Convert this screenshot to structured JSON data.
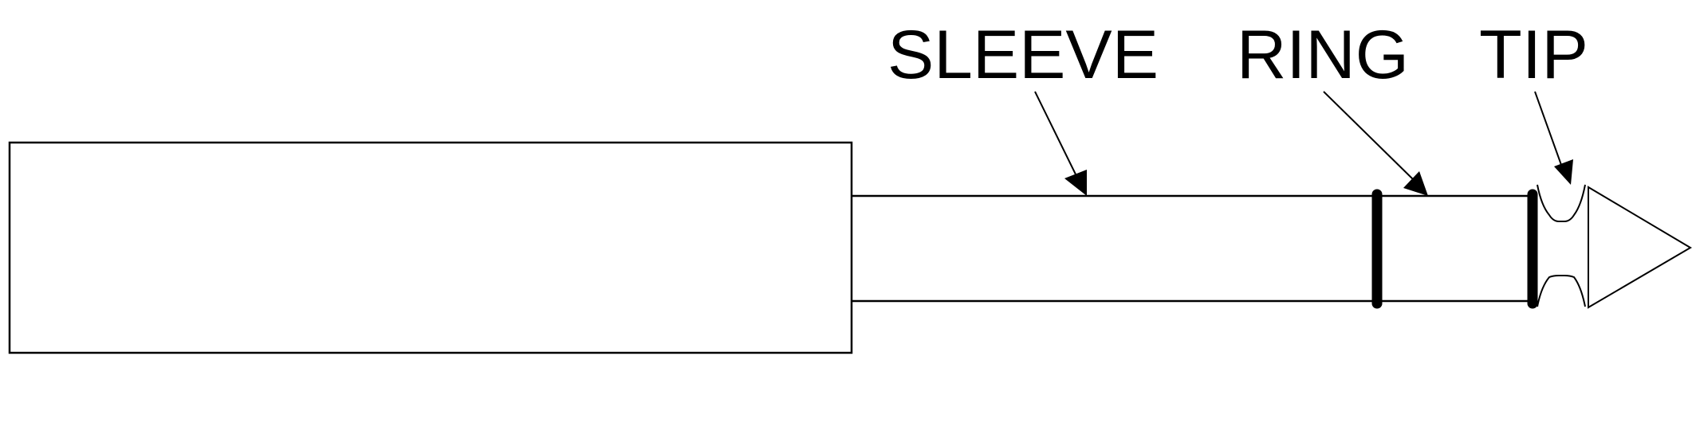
{
  "labels": {
    "sleeve": "SLEEVE",
    "ring": "RING",
    "tip": "TIP"
  },
  "colors": {
    "stroke": "#000000",
    "background": "#ffffff"
  }
}
